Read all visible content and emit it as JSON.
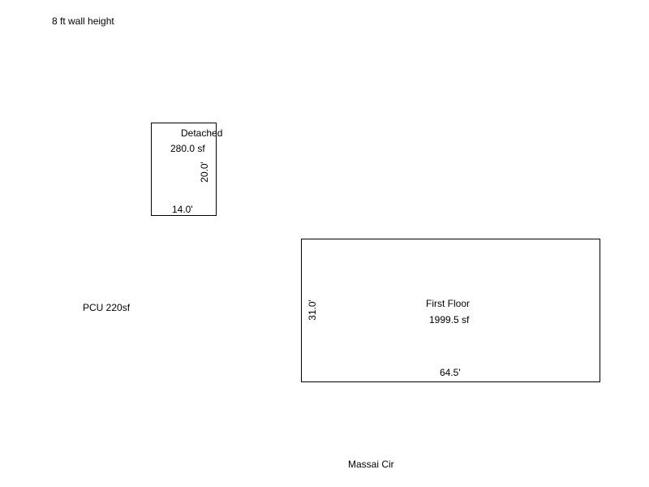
{
  "notes": {
    "wall_height": "8 ft wall height",
    "pcu": "PCU  220sf",
    "street": "Massai Cir"
  },
  "detached": {
    "name": "Detached",
    "area": "280.0 sf",
    "width_dim": "14.0'",
    "depth_dim": "20.0'"
  },
  "first_floor": {
    "name": "First Floor",
    "area": "1999.5 sf",
    "width_dim": "64.5'",
    "depth_dim": "31.0'"
  }
}
